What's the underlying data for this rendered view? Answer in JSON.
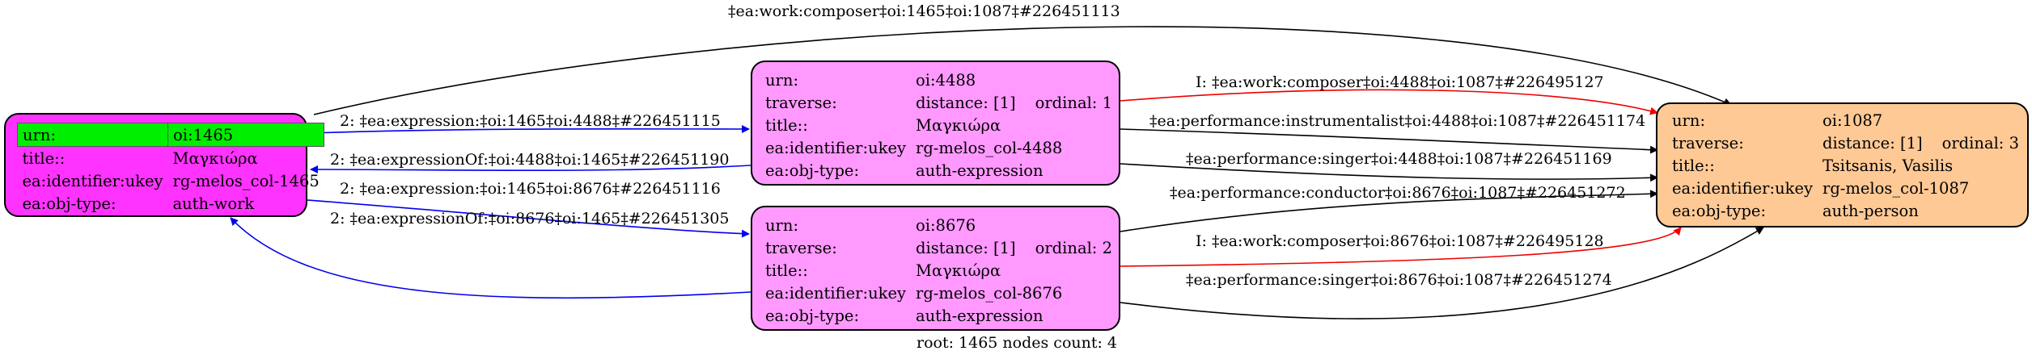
{
  "nodes": {
    "root": {
      "urn_key": "urn:",
      "urn": "oi:1465",
      "title_key": "title::",
      "title": "Μαγκιώρα",
      "ukey_key": "ea:identifier:ukey",
      "ukey": "rg-melos_col-1465",
      "objtype_key": "ea:obj-type:",
      "objtype": "auth-work",
      "fill": "#ff33ff",
      "highlight": "#00ee00"
    },
    "expr1": {
      "urn_key": "urn:",
      "urn": "oi:4488",
      "traverse_key": "traverse:",
      "distance": "distance: [1]",
      "ordinal": "ordinal: 1",
      "title_key": "title::",
      "title": "Μαγκιώρα",
      "ukey_key": "ea:identifier:ukey",
      "ukey": "rg-melos_col-4488",
      "objtype_key": "ea:obj-type:",
      "objtype": "auth-expression",
      "fill": "#ff99ff"
    },
    "expr2": {
      "urn_key": "urn:",
      "urn": "oi:8676",
      "traverse_key": "traverse:",
      "distance": "distance: [1]",
      "ordinal": "ordinal: 2",
      "title_key": "title::",
      "title": "Μαγκιώρα",
      "ukey_key": "ea:identifier:ukey",
      "ukey": "rg-melos_col-8676",
      "objtype_key": "ea:obj-type:",
      "objtype": "auth-expression",
      "fill": "#ff99ff"
    },
    "person": {
      "urn_key": "urn:",
      "urn": "oi:1087",
      "traverse_key": "traverse:",
      "distance": "distance: [1]",
      "ordinal": "ordinal: 3",
      "title_key": "title::",
      "title": "Tsitsanis, Vasilis",
      "ukey_key": "ea:identifier:ukey",
      "ukey": "rg-melos_col-1087",
      "objtype_key": "ea:obj-type:",
      "objtype": "auth-person",
      "fill": "#ffc996"
    }
  },
  "edges": [
    {
      "label": "‡ea:work:composer‡oi:1465‡oi:1087‡#226451113",
      "color": "#000000"
    },
    {
      "label": "2: ‡ea:expression:‡oi:1465‡oi:4488‡#226451115",
      "color": "#0000ee"
    },
    {
      "label": "2: ‡ea:expressionOf:‡oi:4488‡oi:1465‡#226451190",
      "color": "#0000ee"
    },
    {
      "label": "2: ‡ea:expression:‡oi:1465‡oi:8676‡#226451116",
      "color": "#0000ee"
    },
    {
      "label": "2: ‡ea:expressionOf:‡oi:8676‡oi:1465‡#226451305",
      "color": "#0000ee"
    },
    {
      "label": "I: ‡ea:work:composer‡oi:4488‡oi:1087‡#226495127",
      "color": "#ee0000"
    },
    {
      "label": "‡ea:performance:instrumentalist‡oi:4488‡oi:1087‡#226451174",
      "color": "#000000"
    },
    {
      "label": "‡ea:performance:singer‡oi:4488‡oi:1087‡#226451169",
      "color": "#000000"
    },
    {
      "label": "‡ea:performance:conductor‡oi:8676‡oi:1087‡#226451272",
      "color": "#000000"
    },
    {
      "label": "I: ‡ea:work:composer‡oi:8676‡oi:1087‡#226495128",
      "color": "#ee0000"
    },
    {
      "label": "‡ea:performance:singer‡oi:8676‡oi:1087‡#226451274",
      "color": "#000000"
    }
  ],
  "footer": "root: 1465 nodes count: 4"
}
